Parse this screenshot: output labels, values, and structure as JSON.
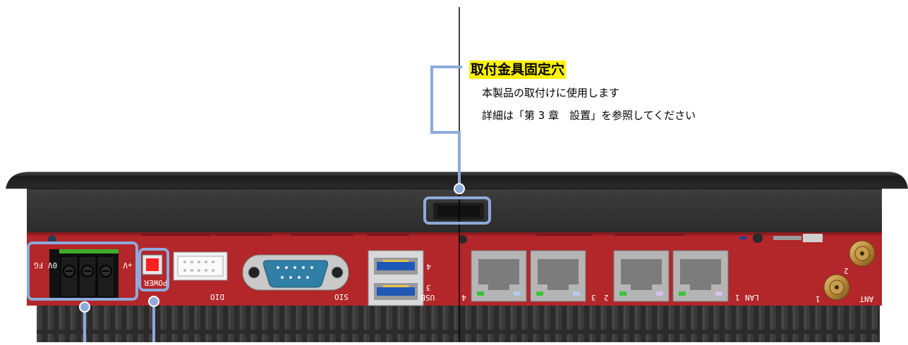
{
  "callout": {
    "title": "取付金具固定穴",
    "line1": "本製品の取付けに使用します",
    "line2": "詳細は「第 3 章　設置」を参照してください"
  },
  "panel_markings": {
    "power_terminal": "0V FG",
    "power_plus": "+V",
    "power_button": "POWER",
    "dio": "DIO",
    "sio": "SIO",
    "usb": "USB",
    "usb_3": "3",
    "usb_4": "4",
    "lan": "LAN",
    "lan_1": "1",
    "lan_2": "2",
    "lan_3": "3",
    "lan_4": "4",
    "ant": "ANT",
    "ant_1": "1",
    "ant_2": "2"
  },
  "colors": {
    "callout_highlight": "#fff200",
    "callout_box": "#8eaadb",
    "panel_red": "#b3262a",
    "bezel": "#2e2e2e"
  }
}
